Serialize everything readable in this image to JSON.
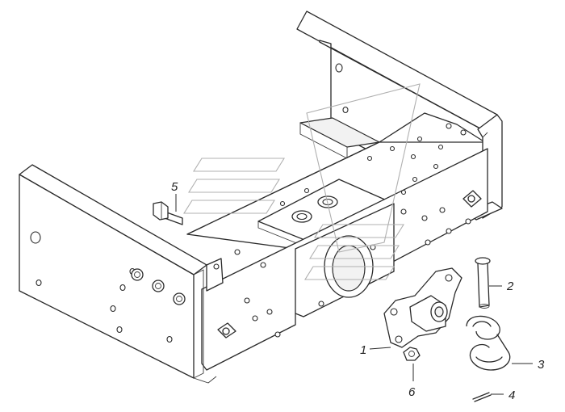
{
  "callouts": [
    {
      "id": "1",
      "text": "1"
    },
    {
      "id": "2",
      "text": "2"
    },
    {
      "id": "3",
      "text": "3"
    },
    {
      "id": "4",
      "text": "4"
    },
    {
      "id": "5",
      "text": "5"
    },
    {
      "id": "6",
      "text": "6"
    }
  ],
  "parts": {
    "1": "hitch-bracket",
    "2": "pin",
    "3": "shackle",
    "4": "cotter-pin",
    "5": "bolt",
    "6": "nut"
  },
  "colors": {
    "line": "#2a2a2a",
    "background": "#ffffff",
    "watermark": "#b0b0b0"
  }
}
